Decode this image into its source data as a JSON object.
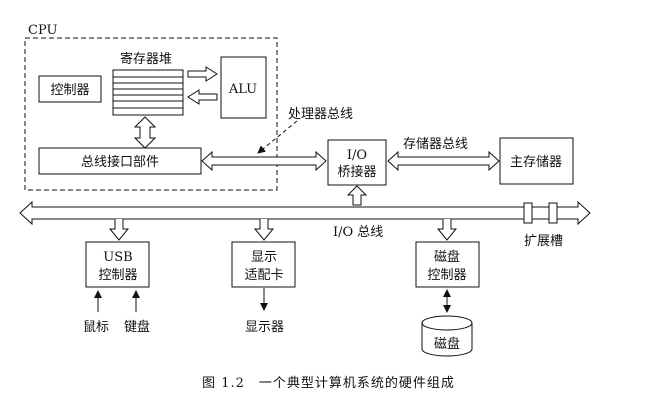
{
  "cpu": {
    "label": "CPU"
  },
  "register_file": {
    "label": "寄存器堆"
  },
  "control_unit": {
    "label": "控制器"
  },
  "alu": {
    "label": "ALU"
  },
  "bus_interface": {
    "label": "总线接口部件"
  },
  "processor_bus": {
    "label": "处理器总线"
  },
  "io_bridge": {
    "line1": "I/O",
    "line2": "桥接器"
  },
  "memory_bus": {
    "label": "存储器总线"
  },
  "main_memory": {
    "label": "主存储器"
  },
  "io_bus": {
    "label": "I/O 总线"
  },
  "expansion_slots": {
    "label": "扩展槽"
  },
  "usb_controller": {
    "line1": "USB",
    "line2": "控制器"
  },
  "graphics_adapter": {
    "line1": "显示",
    "line2": "适配卡"
  },
  "disk_controller": {
    "line1": "磁盘",
    "line2": "控制器"
  },
  "mouse": {
    "label": "鼠标"
  },
  "keyboard": {
    "label": "键盘"
  },
  "display": {
    "label": "显示器"
  },
  "disk": {
    "label": "磁盘"
  },
  "caption": {
    "text": "图 1.2　一个典型计算机系统的硬件组成"
  }
}
